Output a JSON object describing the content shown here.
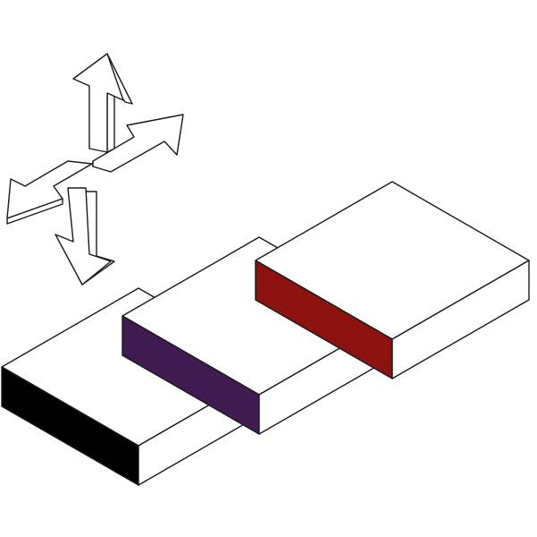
{
  "diagram": {
    "colors": {
      "background": "#ffffff",
      "outline": "#1a1a1a",
      "face_white": "#ffffff",
      "slab_front_black": "#000000",
      "slab_front_purple": "#3f1b52",
      "slab_front_red": "#8c120f",
      "arrow_up": "#3f1b52",
      "arrow_up_side": "#ffffff"
    },
    "slabs": [
      {
        "name": "front-slab",
        "front_color": "#000000"
      },
      {
        "name": "middle-slab",
        "front_color": "#3f1b52"
      },
      {
        "name": "back-slab",
        "front_color": "#8c120f"
      }
    ],
    "direction_arrows": [
      {
        "name": "up",
        "fill": "#3f1b52"
      },
      {
        "name": "right",
        "fill": "#ffffff"
      },
      {
        "name": "left",
        "fill": "#ffffff"
      },
      {
        "name": "down",
        "fill": "#ffffff"
      }
    ]
  }
}
